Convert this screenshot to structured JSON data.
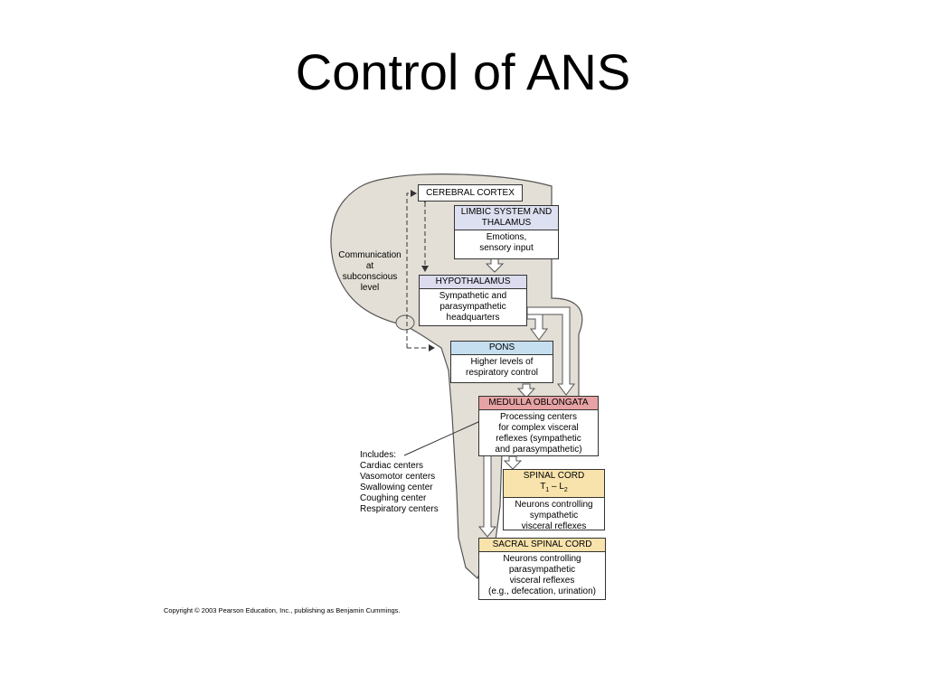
{
  "title": "Control of ANS",
  "diagram": {
    "cortex": {
      "label": "CEREBRAL CORTEX"
    },
    "limbic": {
      "header": "LIMBIC SYSTEM AND THALAMUS",
      "body": "Emotions,\nsensory input"
    },
    "hypothalamus": {
      "header": "HYPOTHALAMUS",
      "body": "Sympathetic and\nparasympathetic\nheadquarters"
    },
    "pons": {
      "header": "PONS",
      "body": "Higher levels of\nrespiratory control"
    },
    "medulla": {
      "header": "MEDULLA OBLONGATA",
      "body": "Processing centers\nfor complex visceral\nreflexes (sympathetic\nand parasympathetic)"
    },
    "spinal": {
      "header_line1": "SPINAL CORD",
      "range_start": "T",
      "range_start_sub": "1",
      "range_sep": " – ",
      "range_end": "L",
      "range_end_sub": "2",
      "body": "Neurons controlling\nsympathetic\nvisceral reflexes"
    },
    "sacral": {
      "header": "SACRAL SPINAL CORD",
      "body": "Neurons controlling\nparasympathetic\nvisceral reflexes\n(e.g., defecation, urination)"
    },
    "communication": "Communication\nat\nsubconscious\nlevel",
    "includes": "Includes:\nCardiac centers\nVasomotor centers\nSwallowing center\nCoughing center\nRespiratory centers",
    "colors": {
      "brain_fill": "#e3dfd6",
      "limbic_header": "#dde0f0",
      "hypothalamus_header": "#dcdcee",
      "pons_header": "#c6dff0",
      "medulla_header": "#e6a2a4",
      "spinal_header": "#f8e3ac",
      "sacral_header": "#f8e3ac"
    }
  },
  "copyright": "Copyright © 2003 Pearson Education, Inc., publishing as Benjamin Cummings."
}
